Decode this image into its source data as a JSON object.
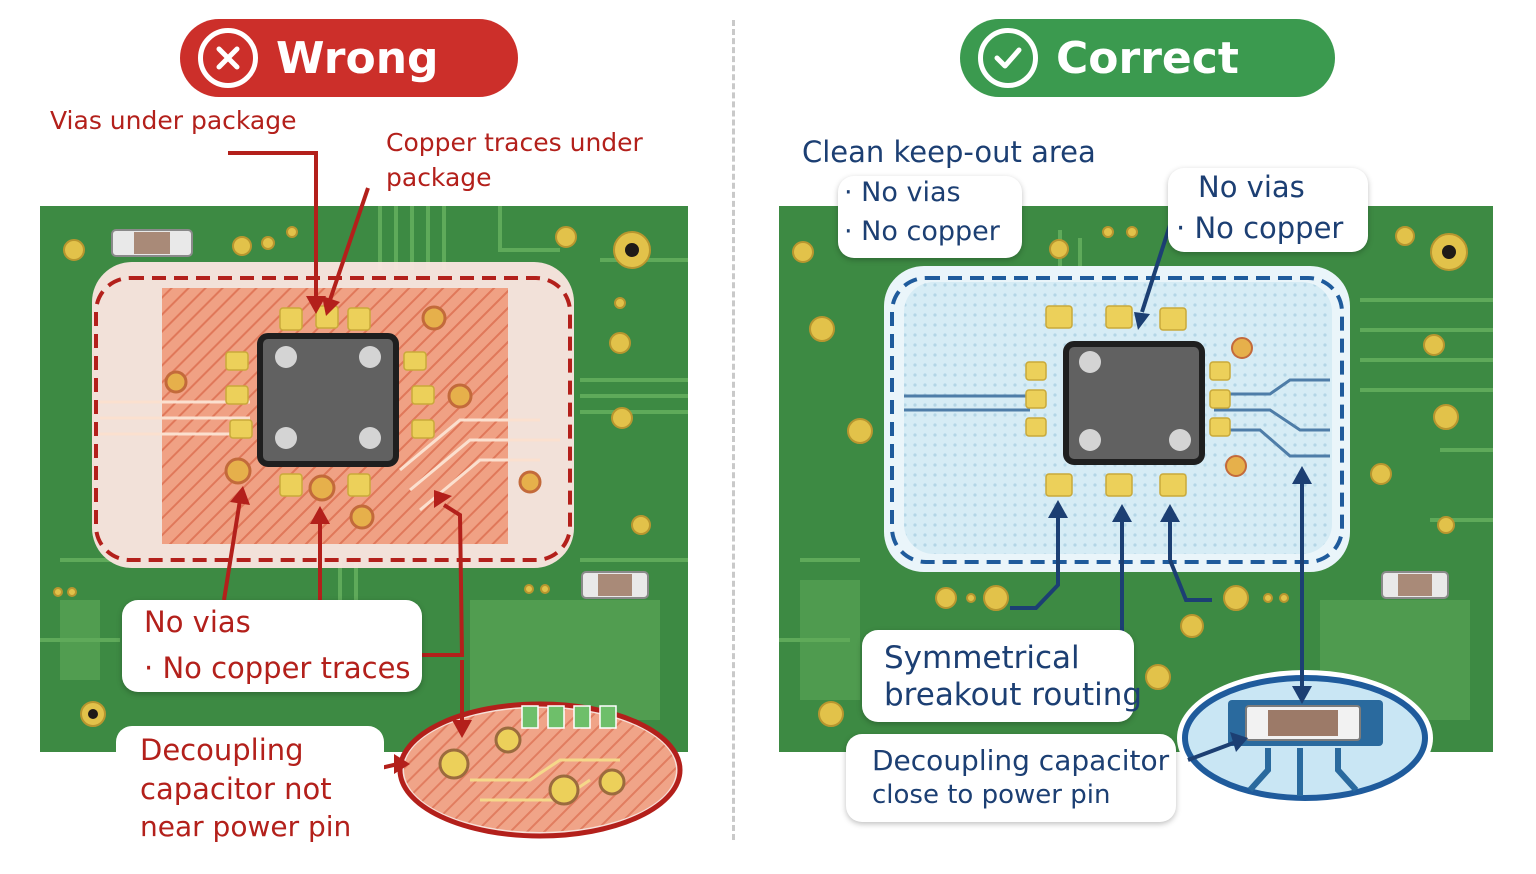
{
  "wrong": {
    "badge": "Wrong",
    "labels": {
      "vias_under_package": "Vias under package",
      "copper_traces_line1": "Copper traces under",
      "copper_traces_line2": "package",
      "no_vias": "No vias",
      "no_copper_traces": "No copper traces",
      "decoupling_line1": "Decoupling",
      "decoupling_line2": "capacitor not",
      "decoupling_line3": "near power pin"
    }
  },
  "correct": {
    "badge": "Correct",
    "labels": {
      "keepout_title": "Clean keep-out area",
      "keepout_no_vias": "No vias",
      "keepout_no_copper": "No copper",
      "right_no_vias": "No vias",
      "right_no_copper": "No copper",
      "symmetrical_line1": "Symmetrical",
      "symmetrical_line2": "breakout routing",
      "decoupling_line1": "Decoupling capacitor",
      "decoupling_line2": "close to power pin"
    }
  },
  "colors": {
    "wrong": "#cc2f2a",
    "correct": "#3b9a4f",
    "pcb": "#3d8a43",
    "keepout_bad": "#f3a58c",
    "keepout_good": "#cfe8f3",
    "annotation_red": "#b3201b",
    "annotation_blue": "#1c3f73"
  },
  "icons": {
    "wrong": "x-circle-icon",
    "correct": "check-circle-icon"
  }
}
